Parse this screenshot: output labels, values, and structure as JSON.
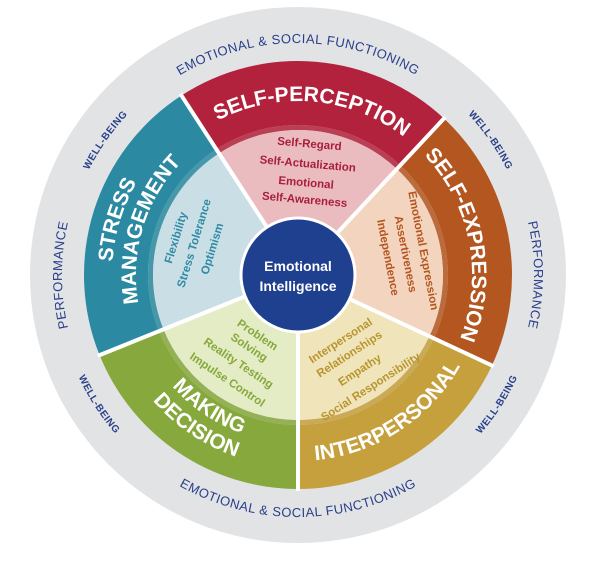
{
  "center": {
    "line1": "Emotional",
    "line2": "Intelligence",
    "color": "#1f3f8f"
  },
  "outer_ring": {
    "top": "EMOTIONAL & SOCIAL FUNCTIONING",
    "bottom": "EMOTIONAL & SOCIAL FUNCTIONING",
    "left": "PERFORMANCE",
    "right": "PERFORMANCE",
    "well_being_upper_left": "WELL-BEING",
    "well_being_upper_right": "WELL-BEING",
    "well_being_lower_right": "WELL-BEING",
    "well_being_lower_left": "WELL-BEING",
    "color": "#e1e3e5"
  },
  "segments": [
    {
      "key": "self-perception",
      "title": [
        "SELF-PERCEPTION"
      ],
      "items": [
        "Self-Regard",
        "Self-Actualization",
        "Emotional",
        "Self-Awareness"
      ],
      "color": "#b3223c",
      "light": "#ebbcbf",
      "text": "#a81e3c"
    },
    {
      "key": "self-expression",
      "title": [
        "SELF-EXPRESSION"
      ],
      "items": [
        "Emotional Expression",
        "Assertiveness",
        "Independence"
      ],
      "color": "#b4561f",
      "light": "#f3d4bf",
      "text": "#b4561f"
    },
    {
      "key": "interpersonal",
      "title": [
        "INTERPERSONAL"
      ],
      "items": [
        "Interpersonal",
        "Relationships",
        "Empathy",
        "Social Responsibility"
      ],
      "color": "#c5a03c",
      "light": "#f0e4bb",
      "text": "#b8952e"
    },
    {
      "key": "decision-making",
      "title": [
        "DECISION",
        "MAKING"
      ],
      "items": [
        "Problem",
        "Solving",
        "Reality Testing",
        "Impulse Control"
      ],
      "color": "#86a83c",
      "light": "#e4ecc6",
      "text": "#86a83c"
    },
    {
      "key": "stress-management",
      "title": [
        "STRESS",
        "MANAGEMENT"
      ],
      "items": [
        "Flexibility",
        "Stress Tolerance",
        "Optimism"
      ],
      "color": "#2b8aa1",
      "light": "#cadee5",
      "text": "#2f8aa5"
    }
  ]
}
